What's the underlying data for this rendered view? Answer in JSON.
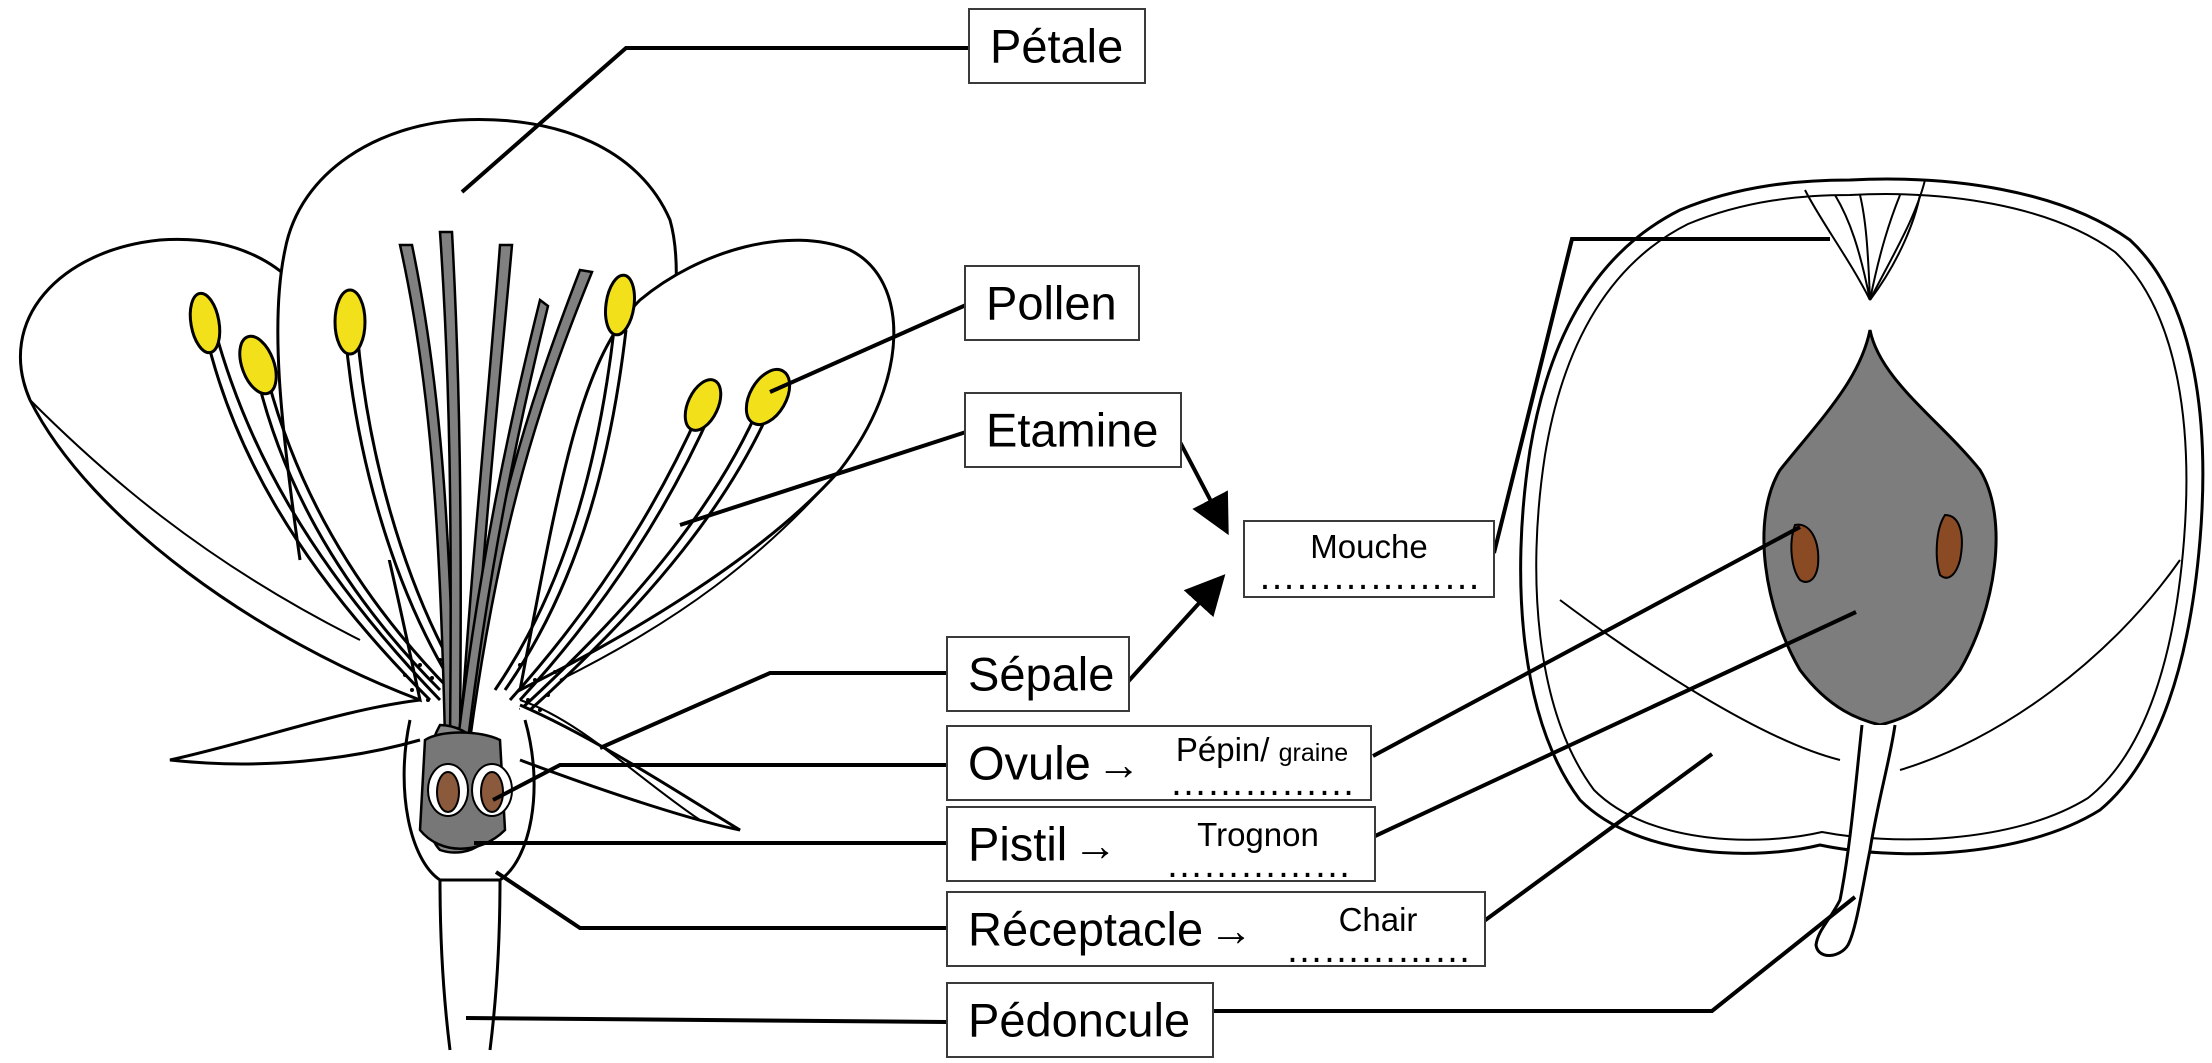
{
  "colors": {
    "petal_outline": "#000000",
    "pistil_fill": "#808080",
    "anther_fill": "#f2e11a",
    "ovule_fill": "#8b5a3c",
    "fruit_core_fill": "#7d7d7d",
    "seed_fill": "#8a4a24",
    "line": "#000000"
  },
  "flower": {
    "labels": {
      "petale": "Pétale",
      "pollen": "Pollen",
      "etamine": "Etamine",
      "sepale": "Sépale",
      "ovule": "Ovule",
      "pistil": "Pistil",
      "receptacle": "Réceptacle",
      "pedoncule": "Pédoncule"
    },
    "arrow_symbol": "→"
  },
  "fruit": {
    "answers": {
      "mouche": "Mouche",
      "pepin": "Pépin/",
      "graine": "graine",
      "trognon": "Trognon",
      "chair": "Chair"
    },
    "dots": {
      "mouche": "………………",
      "pepin": "……………",
      "trognon": "……………",
      "chair": "……………"
    }
  }
}
